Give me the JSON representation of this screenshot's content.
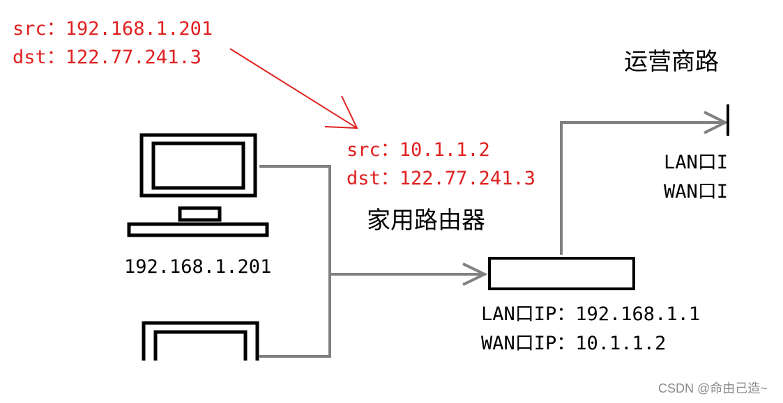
{
  "colors": {
    "packet_text": "#e02020",
    "link": "#808080",
    "device": "#000000"
  },
  "packet_before_nat": {
    "src": "src：192.168.1.201",
    "dst": "dst：122.77.241.3"
  },
  "packet_after_nat": {
    "src": "src：10.1.1.2",
    "dst": "dst：122.77.241.3"
  },
  "pc1": {
    "ip_label": "192.168.1.201"
  },
  "home_router": {
    "title": "家用路由器",
    "lan_ip": "LAN口IP：192.168.1.1",
    "wan_ip": "WAN口IP：10.1.1.2"
  },
  "isp_router": {
    "title": "运营商路",
    "lan_partial": "LAN口I",
    "wan_partial": "WAN口I"
  },
  "watermark": "CSDN @命由己造~"
}
